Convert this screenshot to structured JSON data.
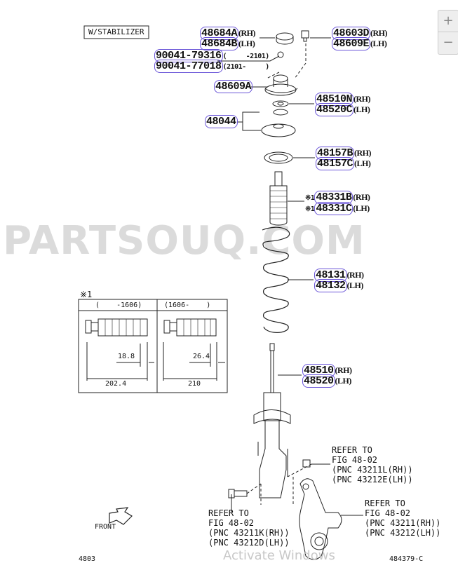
{
  "watermark": "PARTSOUQ.COM",
  "stabilizer_label": "W/STABILIZER",
  "parts": [
    {
      "id": "p1",
      "codes": [
        "48684A",
        "48684B"
      ],
      "sides": [
        "(RH)",
        "(LH)"
      ]
    },
    {
      "id": "p2",
      "codes": [
        "48603D",
        "48609E"
      ],
      "sides": [
        "(RH)",
        "(LH)"
      ]
    },
    {
      "id": "p3",
      "codes": [
        "90041-79316",
        "90041-77018"
      ],
      "sides": [
        "(     -2101)",
        "(2101-     )"
      ]
    },
    {
      "id": "p4",
      "codes": [
        "48609A"
      ],
      "sides": [
        ""
      ]
    },
    {
      "id": "p5",
      "codes": [
        "48510N",
        "48520C"
      ],
      "sides": [
        "(RH)",
        "(LH)"
      ]
    },
    {
      "id": "p6",
      "codes": [
        "48044"
      ],
      "sides": [
        ""
      ]
    },
    {
      "id": "p7",
      "codes": [
        "48157B",
        "48157C"
      ],
      "sides": [
        "(RH)",
        "(LH)"
      ]
    },
    {
      "id": "p8",
      "codes": [
        "48331B",
        "48331C"
      ],
      "sides": [
        "(RH)",
        "(LH)"
      ],
      "prefix": "※1"
    },
    {
      "id": "p9",
      "codes": [
        "48131",
        "48132"
      ],
      "sides": [
        "(RH)",
        "(LH)"
      ]
    },
    {
      "id": "p10",
      "codes": [
        "48510",
        "48520"
      ],
      "sides": [
        "(RH)",
        "(LH)"
      ]
    }
  ],
  "note_table": {
    "mark": "※1",
    "columns": [
      {
        "header": "(    -1606)",
        "dim_small": "18.8",
        "dim_total": "202.4"
      },
      {
        "header": "(1606-    )",
        "dim_small": "26.4",
        "dim_total": "210"
      }
    ]
  },
  "refers": [
    {
      "lines": [
        "REFER TO",
        "FIG 48-02",
        "(PNC 43211L(RH))",
        "(PNC 43212E(LH))"
      ]
    },
    {
      "lines": [
        "REFER TO",
        "FIG 48-02",
        "(PNC 43211K(RH))",
        "(PNC 43212D(LH))"
      ]
    },
    {
      "lines": [
        "REFER TO",
        "FIG 48-02",
        "(PNC 43211(RH))",
        "(PNC 43212(LH))"
      ]
    }
  ],
  "front_label": "FRONT",
  "page_code_left": "4803",
  "page_code_right": "484379-C",
  "os_watermark": "Activate Windows",
  "zoom_controls": {
    "in": "+",
    "out": "−"
  },
  "colors": {
    "highlight": "#6a55d8",
    "watermark": "#d0d0d0"
  }
}
